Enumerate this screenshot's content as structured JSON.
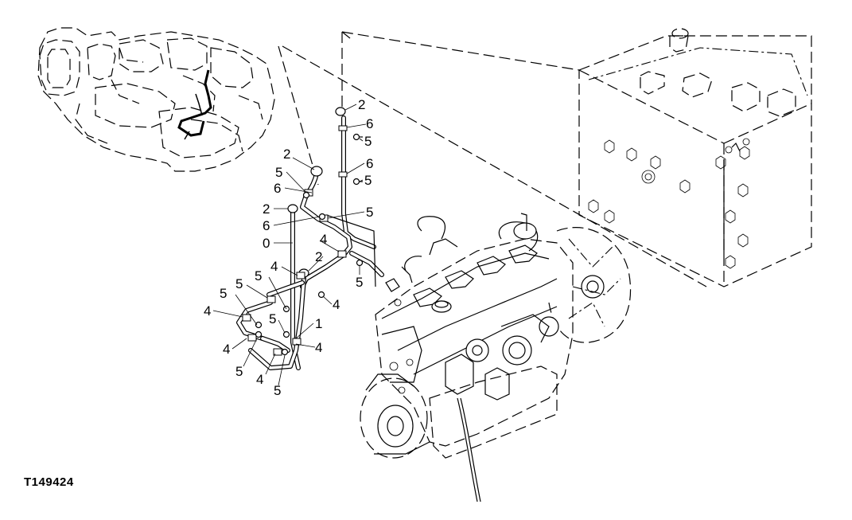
{
  "figure_id": "T149424",
  "callouts": [
    {
      "id": "c1",
      "text": "2"
    },
    {
      "id": "c2",
      "text": "6"
    },
    {
      "id": "c3",
      "text": "5"
    },
    {
      "id": "c4",
      "text": "6"
    },
    {
      "id": "c5",
      "text": "5"
    },
    {
      "id": "c6",
      "text": "2"
    },
    {
      "id": "c7",
      "text": "5"
    },
    {
      "id": "c8",
      "text": "6"
    },
    {
      "id": "c9",
      "text": "2"
    },
    {
      "id": "c10",
      "text": "5"
    },
    {
      "id": "c11",
      "text": "6"
    },
    {
      "id": "c12",
      "text": "0"
    },
    {
      "id": "c13",
      "text": "4"
    },
    {
      "id": "c14",
      "text": "2"
    },
    {
      "id": "c15",
      "text": "5"
    },
    {
      "id": "c16",
      "text": "4"
    },
    {
      "id": "c17",
      "text": "5"
    },
    {
      "id": "c18",
      "text": "4"
    },
    {
      "id": "c19",
      "text": "5"
    },
    {
      "id": "c20",
      "text": "5"
    },
    {
      "id": "c21",
      "text": "4"
    },
    {
      "id": "c22",
      "text": "5"
    },
    {
      "id": "c23",
      "text": "1"
    },
    {
      "id": "c24",
      "text": "4"
    },
    {
      "id": "c25",
      "text": "4"
    },
    {
      "id": "c26",
      "text": "5"
    },
    {
      "id": "c27",
      "text": "4"
    },
    {
      "id": "c28",
      "text": "5"
    }
  ]
}
